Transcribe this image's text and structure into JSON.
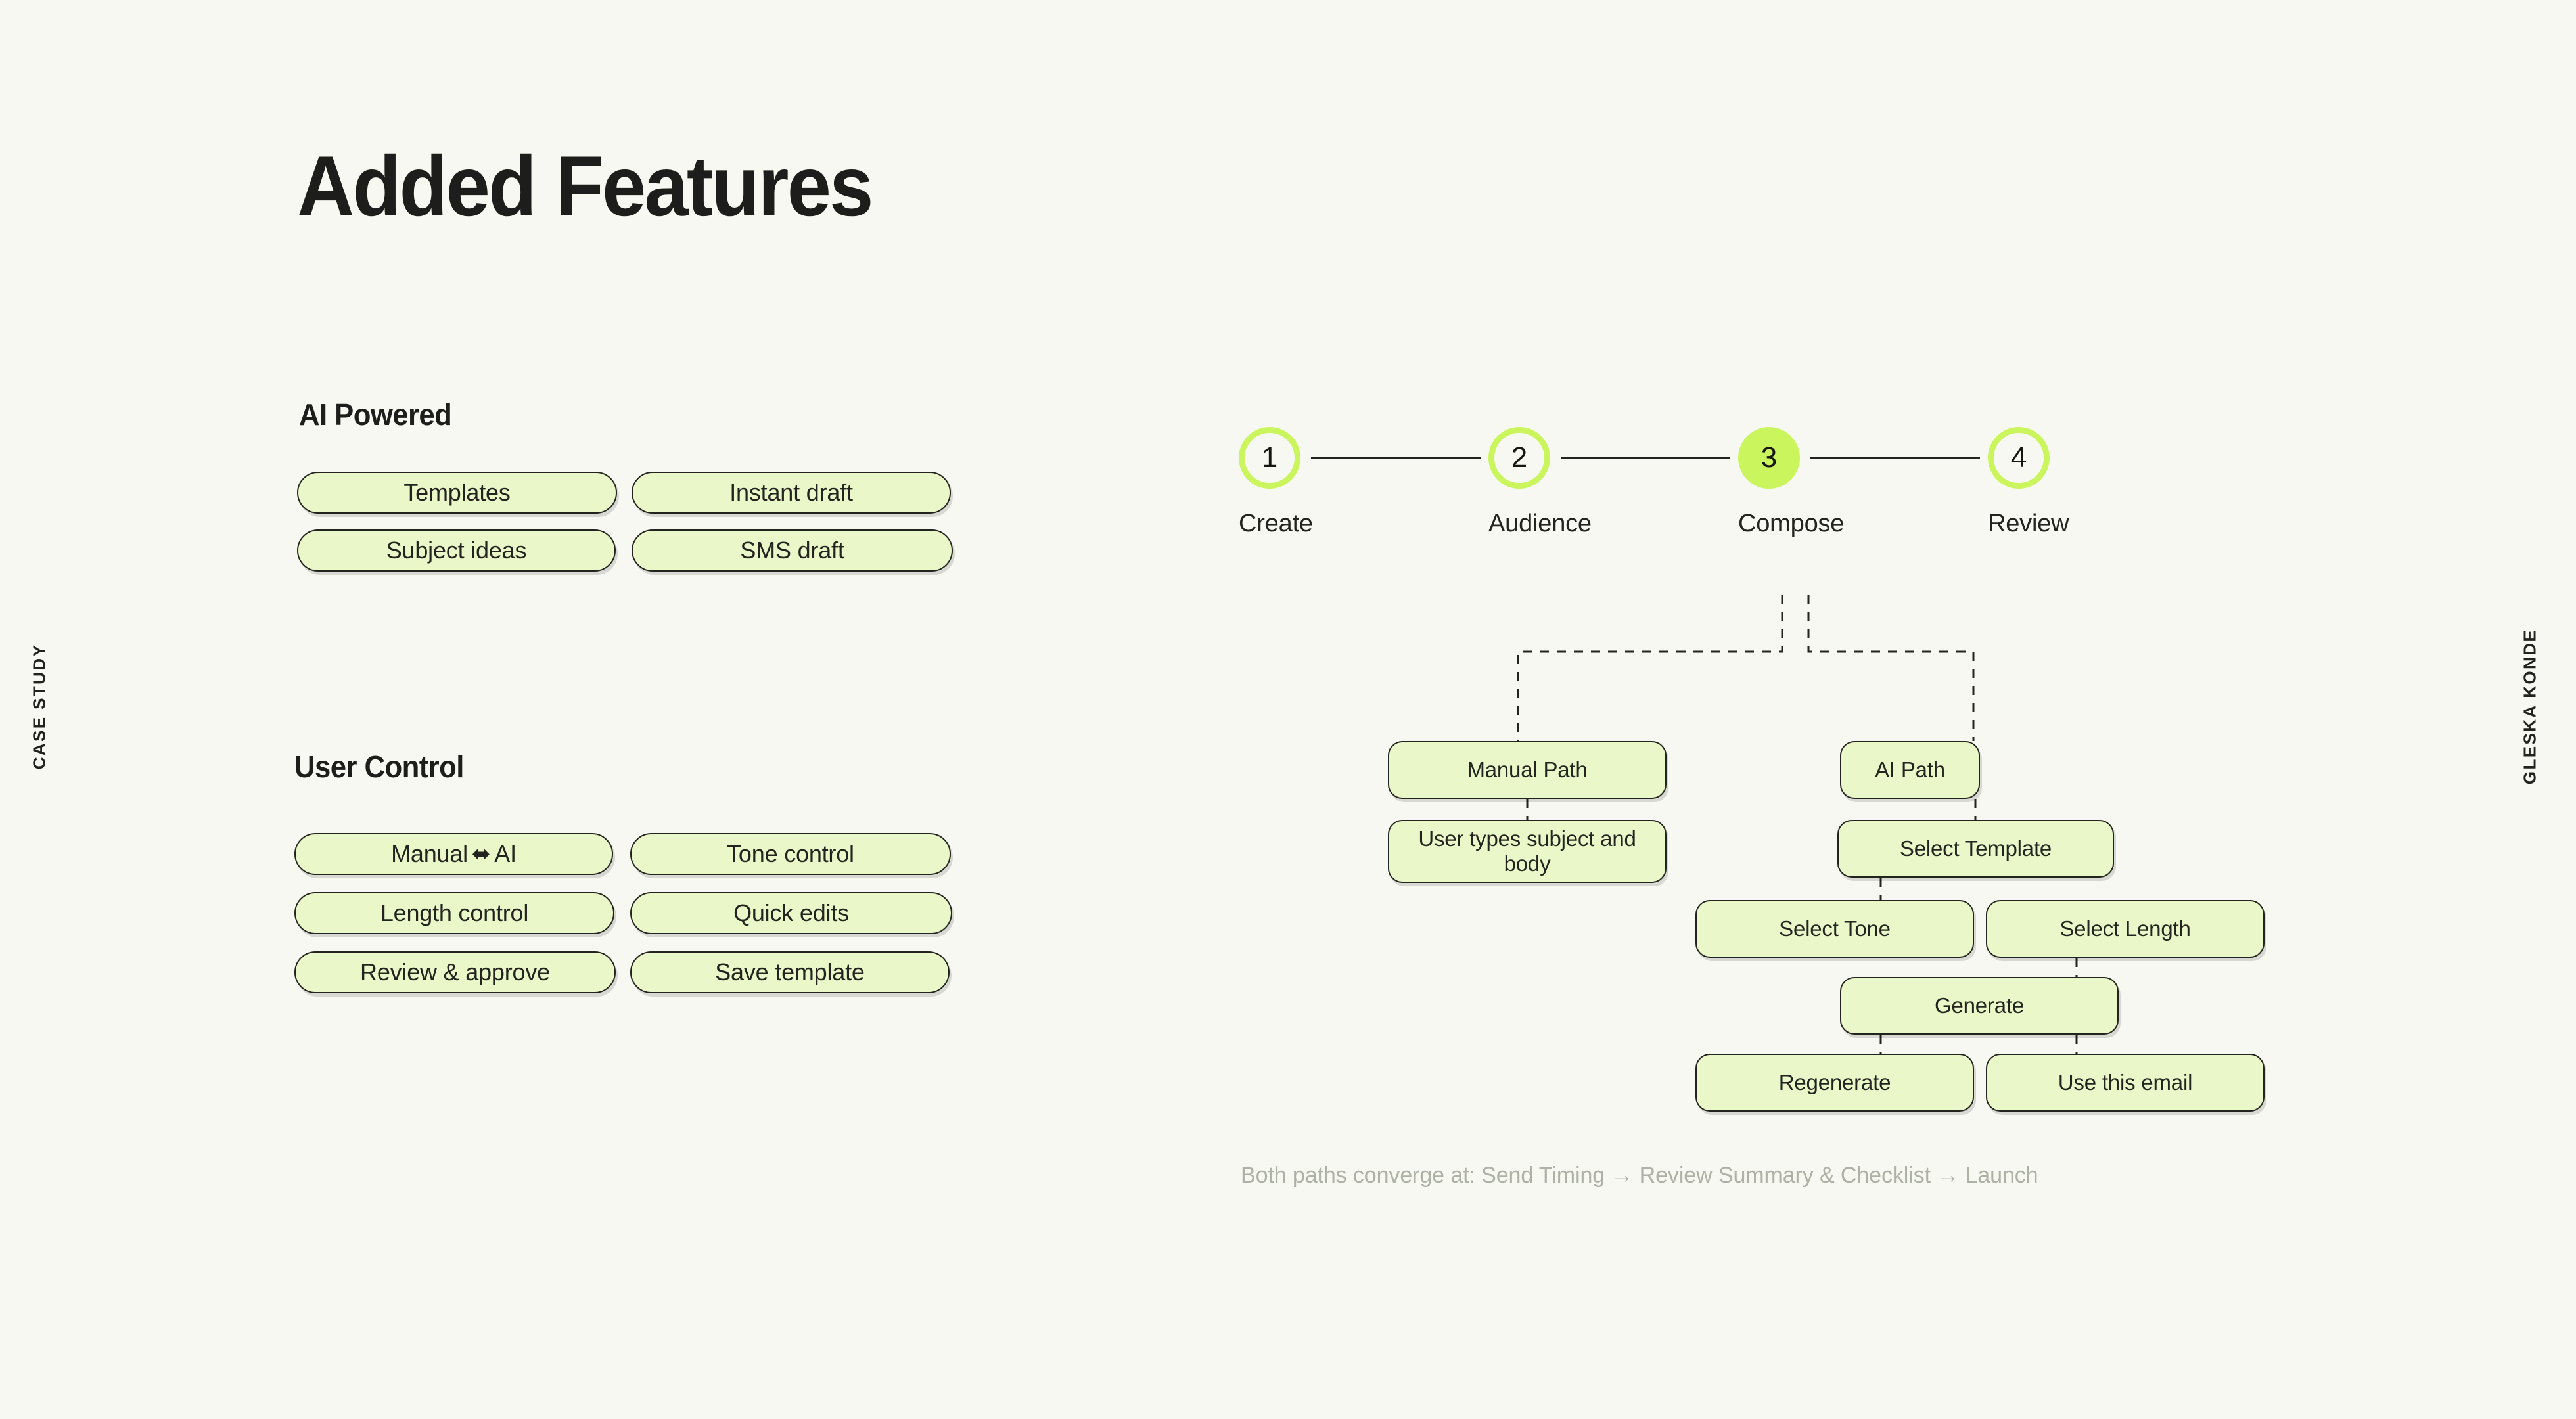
{
  "page": {
    "background_color": "#f7f8f1",
    "title": "Added Features",
    "side_label_left": "CASE STUDY",
    "side_label_right": "GLESKA KONDE"
  },
  "colors": {
    "pill_fill": "#eaf7c8",
    "pill_border": "#23241f",
    "accent_lime": "#cbf55c",
    "text": "#23241f",
    "caption_gray": "#aeb1a6"
  },
  "left_panel": {
    "groups": [
      {
        "heading": "AI Powered",
        "pills": [
          {
            "label": "Templates"
          },
          {
            "label": "Instant draft"
          },
          {
            "label": "Subject ideas"
          },
          {
            "label": "SMS draft"
          }
        ]
      },
      {
        "heading": "User Control",
        "pills": [
          {
            "label_before": "Manual",
            "icon": "double-arrow-icon",
            "glyph": "⬌",
            "label_after": "AI"
          },
          {
            "label": "Tone control"
          },
          {
            "label": "Length control"
          },
          {
            "label": "Quick edits"
          },
          {
            "label": "Review & approve"
          },
          {
            "label": "Save template"
          }
        ]
      }
    ]
  },
  "right_panel": {
    "stepper": {
      "steps": [
        {
          "number": "1",
          "label": "Create",
          "active": false
        },
        {
          "number": "2",
          "label": "Audience",
          "active": false
        },
        {
          "number": "3",
          "label": "Compose",
          "active": true
        },
        {
          "number": "4",
          "label": "Review",
          "active": false
        }
      ]
    },
    "flow": {
      "boxes": [
        {
          "id": "manual-path",
          "label": "Manual Path"
        },
        {
          "id": "user-types",
          "label": "User types subject and body"
        },
        {
          "id": "ai-path",
          "label": "AI Path"
        },
        {
          "id": "select-template",
          "label": "Select Template"
        },
        {
          "id": "select-tone",
          "label": "Select Tone"
        },
        {
          "id": "select-length",
          "label": "Select Length"
        },
        {
          "id": "generate",
          "label": "Generate"
        },
        {
          "id": "regenerate",
          "label": "Regenerate"
        },
        {
          "id": "use-this-email",
          "label": "Use this email"
        }
      ],
      "caption": "Both paths converge at: Send Timing → Review Summary & Checklist → Launch"
    }
  }
}
